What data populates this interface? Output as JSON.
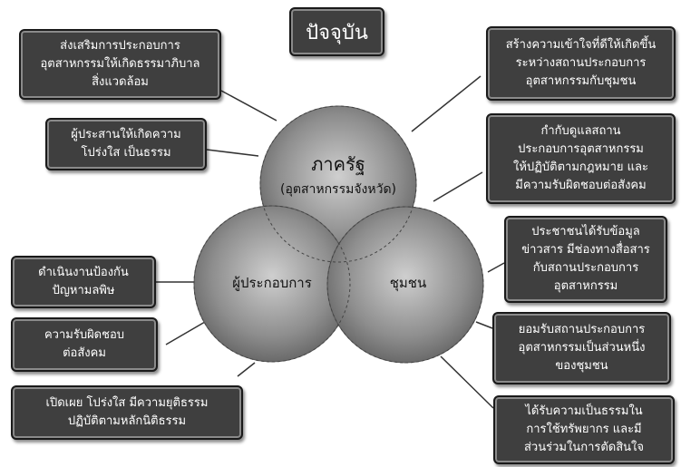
{
  "title": "ปัจจุบัน",
  "circles": {
    "government": {
      "title": "ภาครัฐ",
      "subtitle": "(อุตสาหกรรมจังหวัด)"
    },
    "operator": {
      "title": "ผู้ประกอบการ"
    },
    "community": {
      "title": "ชุมชน"
    }
  },
  "left_boxes": [
    {
      "lines": [
        "ส่งเสริมการประกอบการ",
        "อุตสาหกรรมให้เกิดธรรมาภิบาล",
        "สิ่งแวดล้อม"
      ]
    },
    {
      "lines": [
        "ผู้ประสานให้เกิดความ",
        "โปร่งใส เป็นธรรม"
      ]
    },
    {
      "lines": [
        "ดำเนินงานป้องกัน",
        "ปัญหามลพิษ"
      ]
    },
    {
      "lines": [
        "ความรับผิดชอบ",
        "ต่อสังคม"
      ]
    },
    {
      "lines": [
        "เปิดเผย โปร่งใส มีความยุติธรรม",
        "ปฏิบัติตามหลักนิติธรรม"
      ]
    }
  ],
  "right_boxes": [
    {
      "lines": [
        "สร้างความเข้าใจที่ดีให้เกิดขึ้น",
        "ระหว่างสถานประกอบการ",
        "อุตสาหกรรมกับชุมชน"
      ]
    },
    {
      "lines": [
        "กำกับดูแลสถาน",
        "ประกอบการอุตสาหกรรม",
        "ให้ปฏิบัติตามกฎหมาย และ",
        "มีความรับผิดชอบต่อสังคม"
      ]
    },
    {
      "lines": [
        "ประชาชนได้รับข้อมูล",
        "ข่าวสาร มีช่องทางสื่อสาร",
        "กับสถานประกอบการ",
        "อุตสาหกรรม"
      ]
    },
    {
      "lines": [
        "ยอมรับสถานประกอบการ",
        "อุตสาหกรรมเป็นส่วนหนึ่ง",
        "ของชุมชน"
      ]
    },
    {
      "lines": [
        "ได้รับความเป็นธรรมใน",
        "การใช้ทรัพยากร และมี",
        "ส่วนร่วมในการตัดสินใจ"
      ]
    }
  ]
}
